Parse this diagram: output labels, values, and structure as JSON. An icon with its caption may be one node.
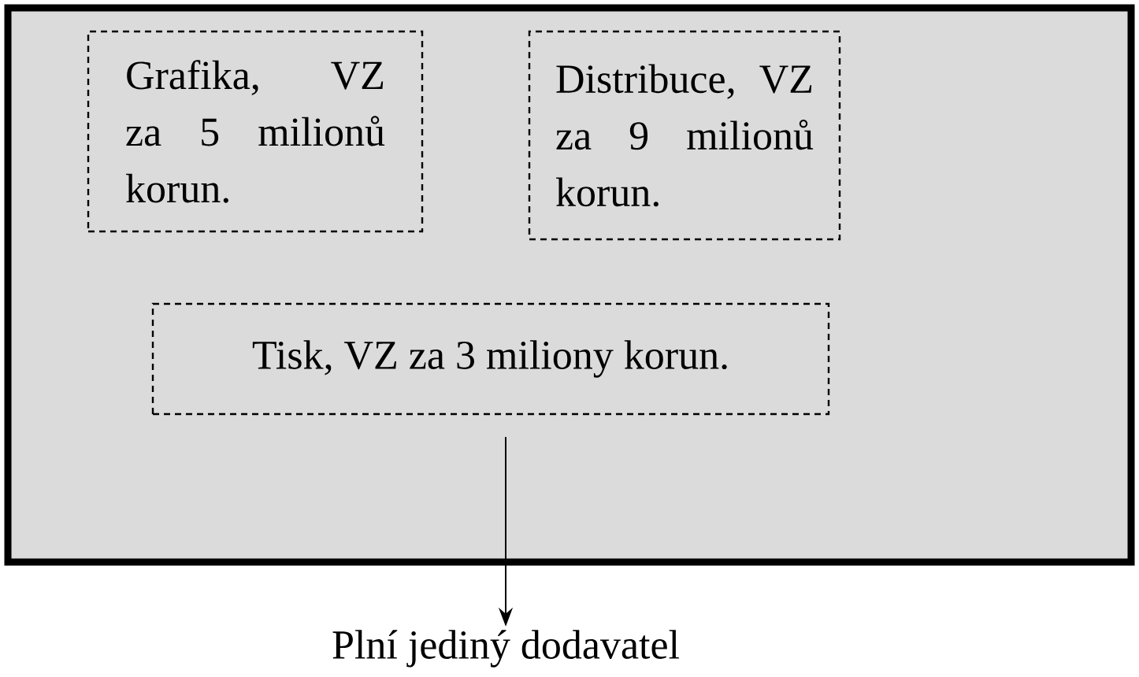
{
  "diagram": {
    "nodes": [
      {
        "text": [],
        "shape": "box"
      },
      {
        "text": [
          "Grafika, VZ za 5 milionů korun."
        ],
        "in": 0
      },
      {
        "text": [
          "Distribuce, VZ za 9 milionů korun."
        ],
        "in": 0
      },
      {
        "text": [
          "Tisk, VZ za 3 miliony korun."
        ],
        "in": 0
      },
      {
        "text": [
          "Plní jediný dodavatel"
        ]
      }
    ],
    "edges": [
      {
        "from": 3,
        "to": 4,
        "arrow": "to"
      }
    ]
  }
}
